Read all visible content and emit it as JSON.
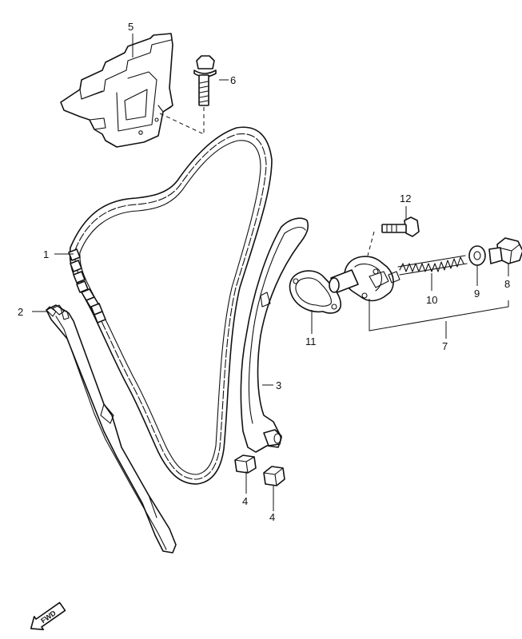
{
  "callouts": {
    "c1": "1",
    "c2": "2",
    "c3": "3",
    "c4a": "4",
    "c4b": "4",
    "c5": "5",
    "c6": "6",
    "c7": "7",
    "c8": "8",
    "c9": "9",
    "c10": "10",
    "c11": "11",
    "c12": "12"
  },
  "fwd_badge": "FWD",
  "icons": {
    "forward_arrow": "fwd-arrow-icon"
  }
}
